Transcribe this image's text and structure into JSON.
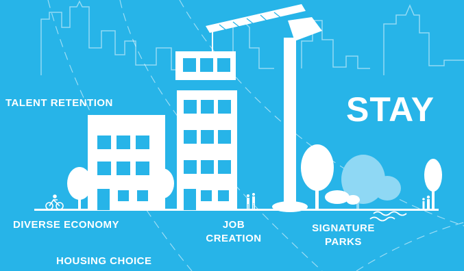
{
  "labels": {
    "talent_retention": "TALENT RETENTION",
    "stay": "STAY",
    "diverse_economy": "DIVERSE ECONOMY",
    "job_creation_line1": "JOB",
    "job_creation_line2": "CREATION",
    "signature_parks_line1": "SIGNATURE",
    "signature_parks_line2": "PARKS",
    "housing_choice": "HOUSING CHOICE"
  },
  "colors": {
    "background": "#27b4e8",
    "foreground": "#ffffff",
    "light_tree": "#8fd8f4"
  }
}
